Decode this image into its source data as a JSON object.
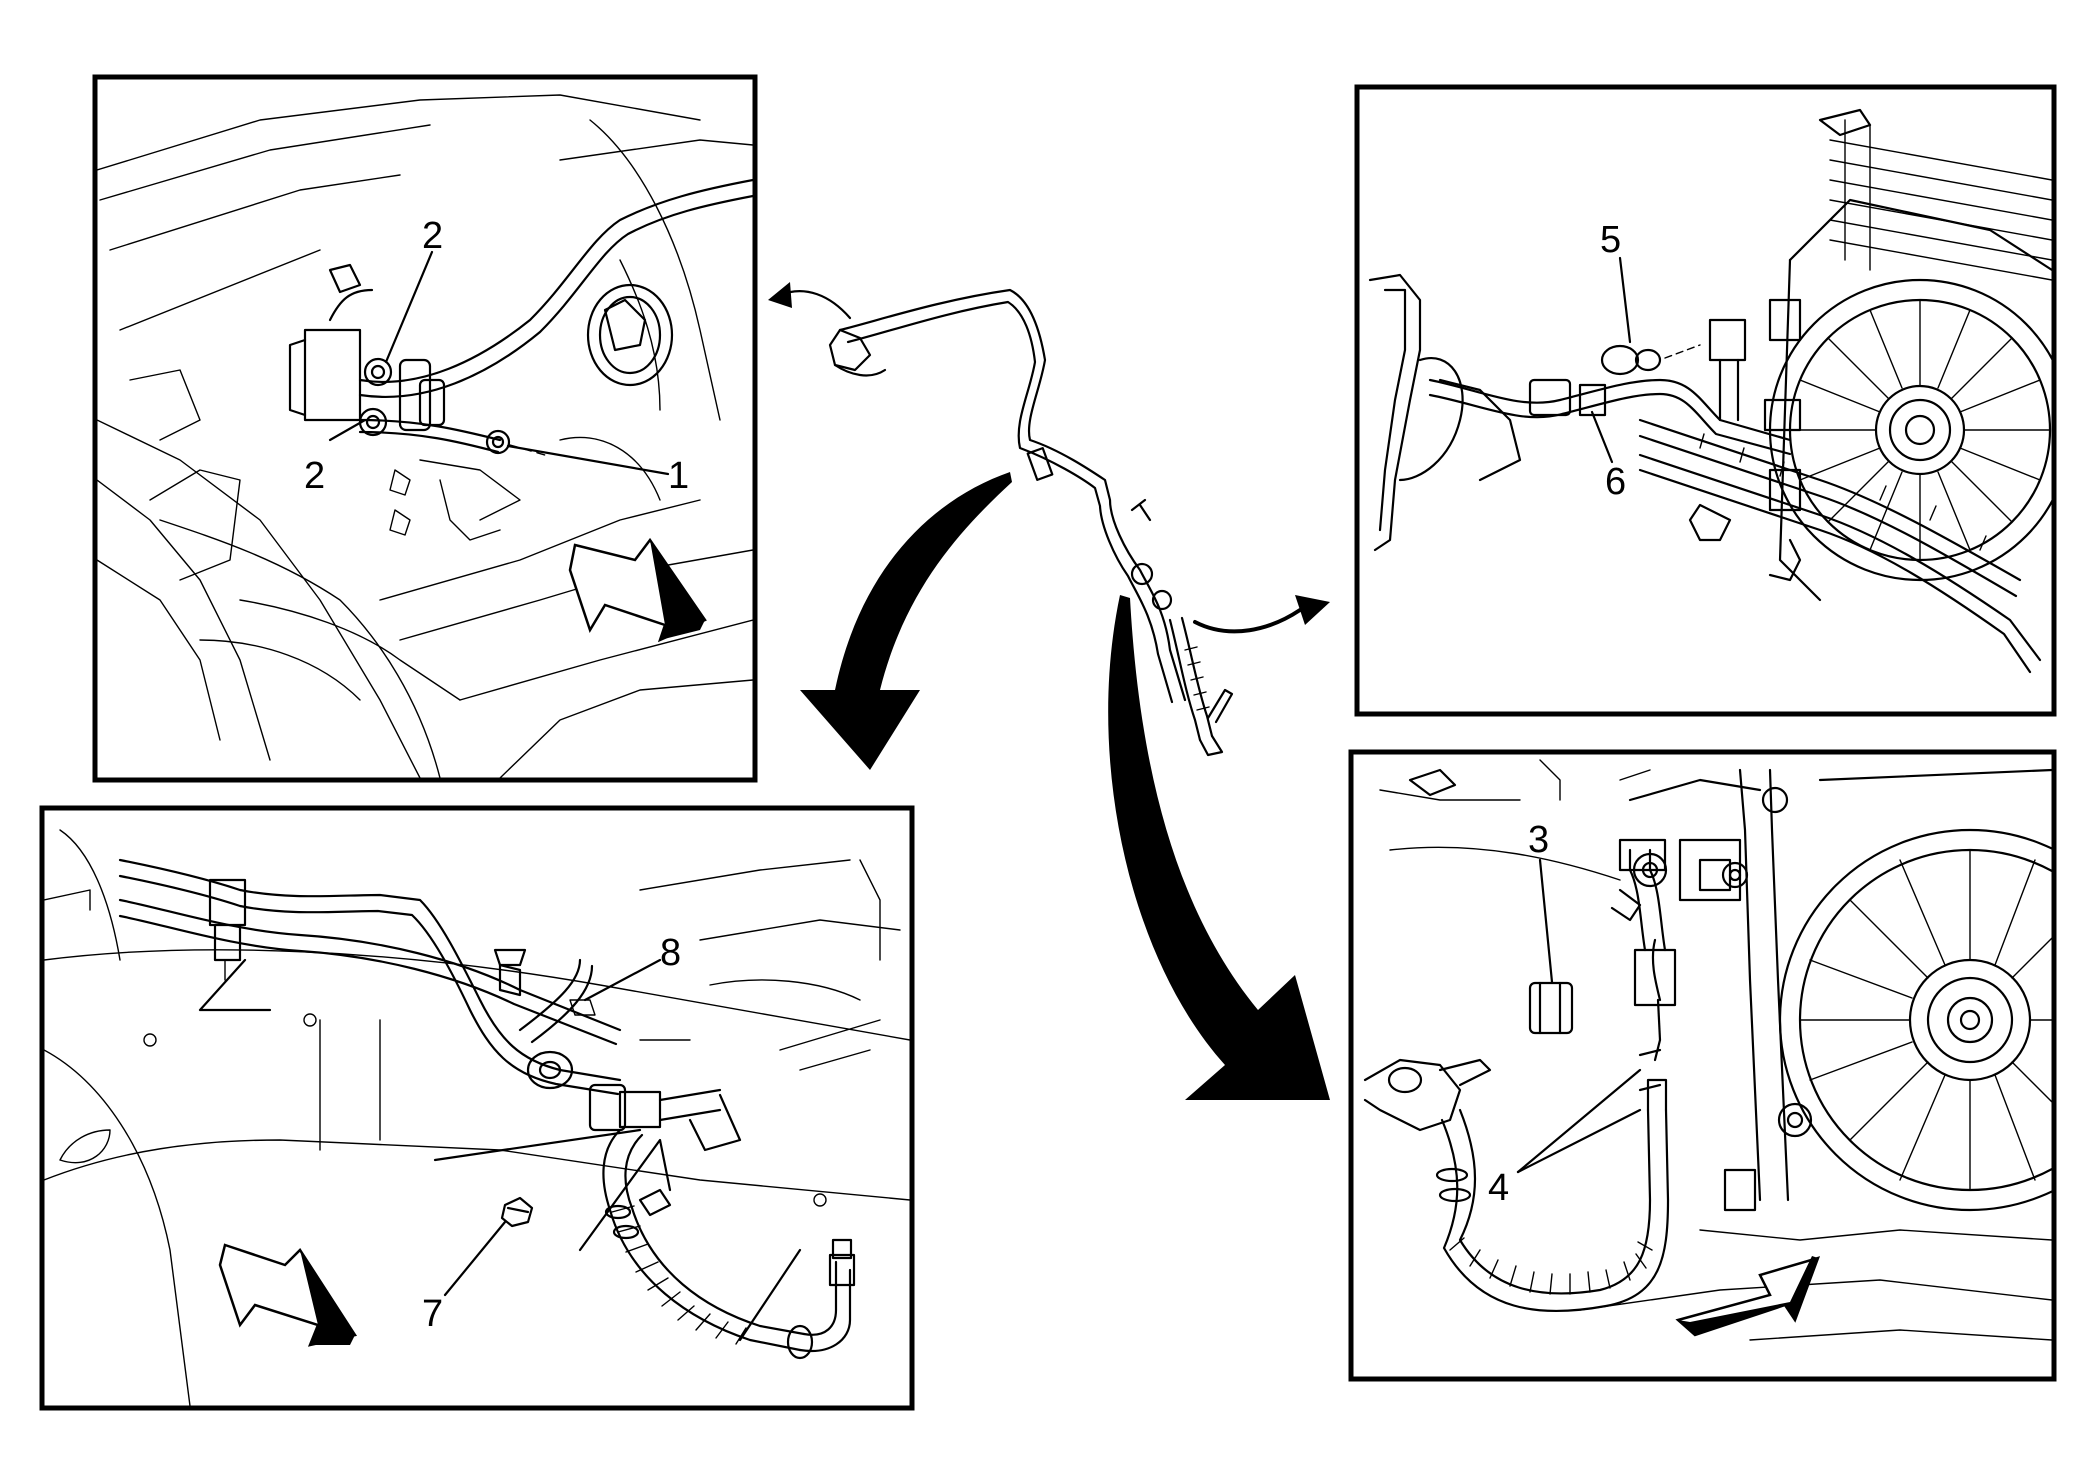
{
  "diagram": {
    "callouts": {
      "c1": "1",
      "c2a": "2",
      "c2b": "2",
      "c3": "3",
      "c4": "4",
      "c5": "5",
      "c6": "6",
      "c7": "7",
      "c8": "8"
    },
    "colors": {
      "line": "#000000",
      "background": "#ffffff",
      "forward_arrow_fill": "#ffffff"
    }
  }
}
